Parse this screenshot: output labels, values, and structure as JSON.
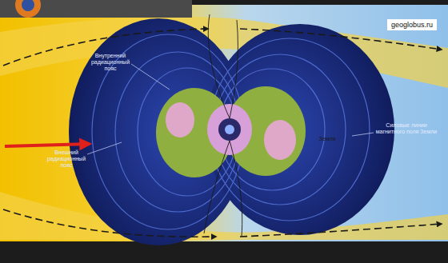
{
  "diagram": {
    "labels": [
      "Внутренний радиационный пояс",
      "Внешний радиационный пояс",
      "Силовые линии магнитного поля Земли",
      "Земля",
      "geoglobus.ru"
    ]
  }
}
